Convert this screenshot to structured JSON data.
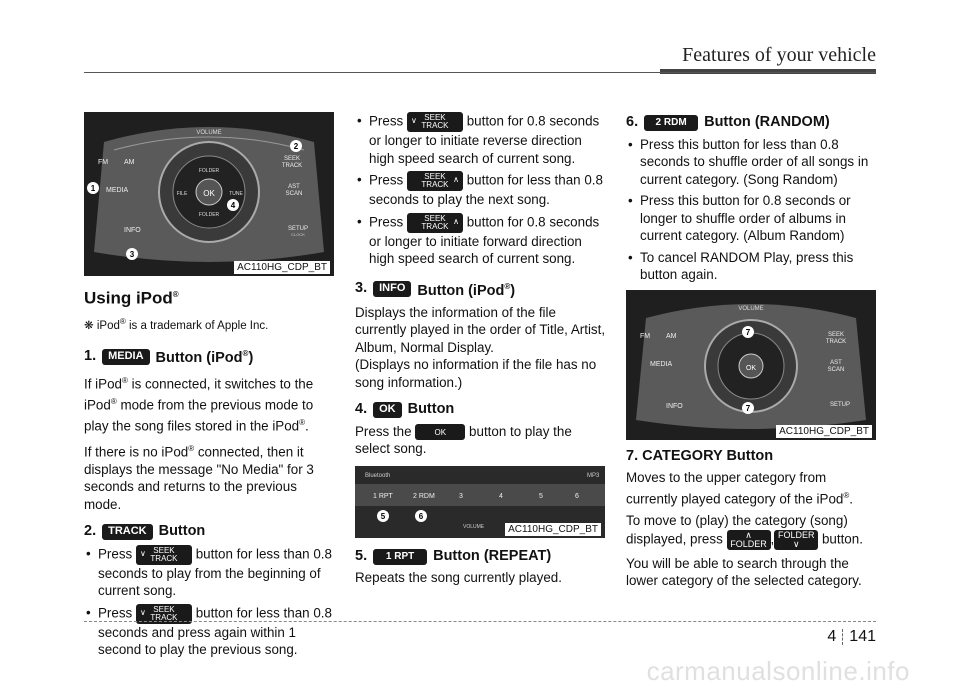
{
  "header": {
    "title": "Features of your vehicle"
  },
  "col1": {
    "photo_caption": "AC110HG_CDP_BT",
    "photo_labels": {
      "volume": "VOLUME",
      "fm": "FM",
      "am": "AM",
      "media": "MEDIA",
      "info": "INFO",
      "folder": "FOLDER",
      "ok": "OK",
      "file": "FILE",
      "tune": "TUNE",
      "seek": "SEEK",
      "track": "TRACK",
      "ast": "AST",
      "scan": "SCAN",
      "setup": "SETUP",
      "clock": "CLOCK",
      "n1": "1",
      "n2": "2",
      "n3": "3",
      "n4": "4"
    },
    "heading": "Using iPod",
    "heading_sup": "®",
    "note_mark": "❋",
    "note_1": "iPod",
    "note_2": " is a trademark of Apple Inc.",
    "s1_num": "1.",
    "s1_badge": "MEDIA",
    "s1_label": "Button (iPod",
    "s1_label_end": ")",
    "s1_p1_a": "If iPod",
    "s1_p1_b": " is connected, it switches to the iPod",
    "s1_p1_c": " mode from the previous mode to play the song files stored in the iPod",
    "s1_p1_d": ".",
    "s1_p2_a": "If there is no iPod",
    "s1_p2_b": " connected, then it displays the message \"No Media\" for 3 seconds and returns to the previous mode.",
    "s2_num": "2.",
    "s2_badge": "TRACK",
    "s2_label": "Button",
    "s2_b1_a": "Press",
    "s2_b1_b": "button for less than 0.8 seconds to play from the beginning of current song.",
    "s2_b2_a": "Press",
    "s2_b2_b": "button for less than 0.8 seconds and press again within 1 second to play the previous song.",
    "seek_top": "SEEK",
    "seek_bottom": "TRACK"
  },
  "col2": {
    "b1_a": "Press",
    "b1_b": "button for 0.8 seconds or longer to initiate reverse direction high speed search of current song.",
    "b2_a": "Press",
    "b2_b": "button for less than 0.8 seconds to play the next song.",
    "b3_a": "Press",
    "b3_b": "button for 0.8 seconds or longer to initiate forward direction high speed search of current song.",
    "s3_num": "3.",
    "s3_badge": "INFO",
    "s3_label": "Button (iPod",
    "s3_label_end": ")",
    "s3_p": "Displays the information of the file currently played in the order of  Title, Artist, Album, Normal Display.",
    "s3_p2": "(Displays no information if the file has no song information.)",
    "s4_num": "4.",
    "s4_badge": "OK",
    "s4_label": "Button",
    "s4_p_a": "Press the",
    "s4_p_badge": "OK",
    "s4_p_b": "button to play the select song.",
    "photo_caption": "AC110HG_CDP_BT",
    "photo_labels": {
      "bluetooth": "Bluetooth",
      "mp3": "MP3",
      "k1": "1 RPT",
      "k2": "2 RDM",
      "k3": "3",
      "k4": "4",
      "k5": "5",
      "k6": "6",
      "n5": "5",
      "n6": "6",
      "vol": "VOLUME"
    },
    "s5_num": "5.",
    "s5_badge": "1 RPT",
    "s5_label": "Button (REPEAT)",
    "s5_p": "Repeats the song currently played."
  },
  "col3": {
    "s6_num": "6.",
    "s6_badge": "2 RDM",
    "s6_label": "Button (RANDOM)",
    "b1": "Press this button for less than 0.8 seconds to shuffle order of all songs in current category. (Song Random)",
    "b2": "Press this button for 0.8 seconds or longer to shuffle order of albums in current category. (Album Random)",
    "b3": "To cancel RANDOM Play, press this button again.",
    "photo_caption": "AC110HG_CDP_BT",
    "s7_title": "7. CATEGORY  Button",
    "p1_a": "Moves to the upper category from currently played category of the iPod",
    "p1_b": ".",
    "p2_a": "To move to (play) the category (song) displayed, press",
    "p2_sep": ",",
    "p2_b": "button.",
    "folder": "FOLDER",
    "p3": "You will be able to search through the lower category of the selected category.",
    "n7": "7"
  },
  "footer": {
    "chapter": "4",
    "page": "141",
    "watermark": "carmanualsonline.info"
  }
}
